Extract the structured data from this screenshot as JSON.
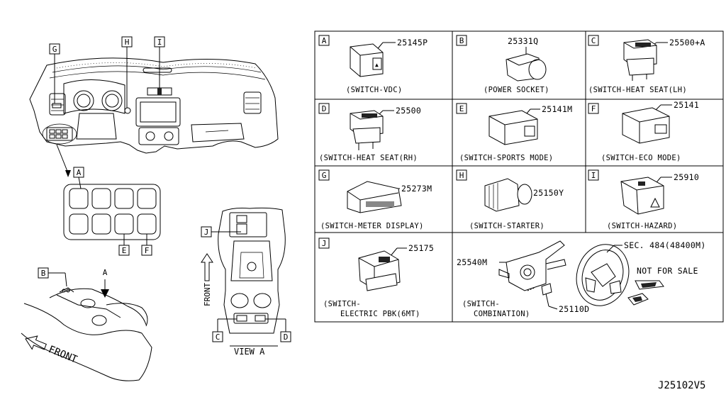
{
  "diagram_code": "J25102V5",
  "overview": {
    "callouts": [
      "G",
      "H",
      "I",
      "A",
      "B",
      "E",
      "F"
    ],
    "arrow_label": "A",
    "front_label": "FRONT"
  },
  "view_a": {
    "title": "VIEW A",
    "front_label": "FRONT",
    "callouts": [
      "J",
      "C",
      "D"
    ]
  },
  "parts": [
    {
      "key": "A",
      "number": "25145P",
      "name": "(SWITCH-VDC)"
    },
    {
      "key": "B",
      "number": "25331Q",
      "name": "(POWER SOCKET)"
    },
    {
      "key": "C",
      "number": "25500+A",
      "name": "(SWITCH-HEAT SEAT(LH)"
    },
    {
      "key": "D",
      "number": "25500",
      "name": "(SWITCH-HEAT SEAT(RH)"
    },
    {
      "key": "E",
      "number": "25141M",
      "name": "(SWITCH-SPORTS MODE)"
    },
    {
      "key": "F",
      "number": "25141",
      "name": "(SWITCH-ECO MODE)"
    },
    {
      "key": "G",
      "number": "25273M",
      "name": "(SWITCH-METER DISPLAY)"
    },
    {
      "key": "H",
      "number": "25150Y",
      "name": "(SWITCH-STARTER)"
    },
    {
      "key": "I",
      "number": "25910",
      "name": "(SWITCH-HAZARD)"
    }
  ],
  "bottom": {
    "key": "J",
    "j_number": "25175",
    "j_name_1": "(SWITCH-",
    "j_name_2": "ELECTRIC PBK(6MT)",
    "combo_number": "25540M",
    "combo_name_1": "(SWITCH-",
    "combo_name_2": "COMBINATION)",
    "screw_number": "25110D",
    "sec_ref": "SEC. 484(48400M)",
    "note": "NOT FOR SALE"
  }
}
